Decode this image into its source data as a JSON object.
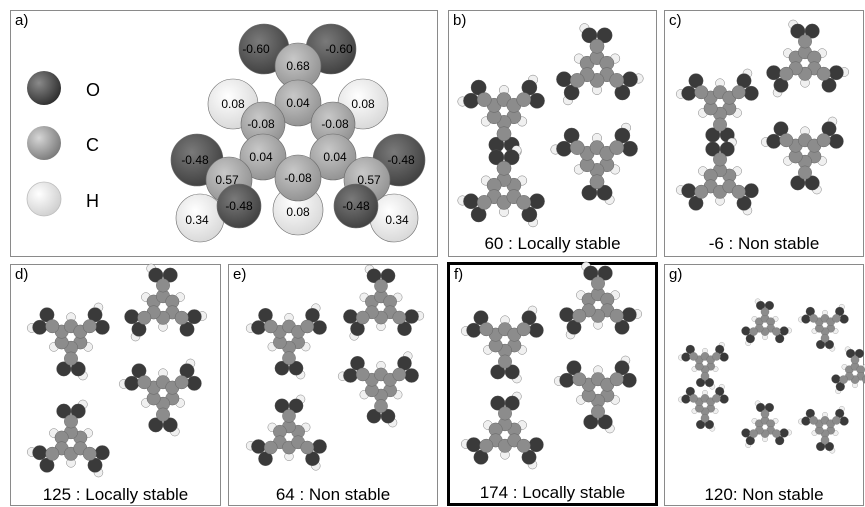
{
  "figure": {
    "panels": [
      {
        "id": "a",
        "label": "a)"
      },
      {
        "id": "b",
        "label": "b)",
        "caption": "60 : Locally stable"
      },
      {
        "id": "c",
        "label": "c)",
        "caption": "-6 : Non stable"
      },
      {
        "id": "d",
        "label": "d)",
        "caption": "125 : Locally stable"
      },
      {
        "id": "e",
        "label": "e)",
        "caption": "64 : Non stable"
      },
      {
        "id": "f",
        "label": "f)",
        "caption": "174 : Locally stable"
      },
      {
        "id": "g",
        "label": "g)",
        "caption": "120: Non stable"
      }
    ],
    "legend": [
      {
        "element": "O",
        "color": "#4a4a4a"
      },
      {
        "element": "C",
        "color": "#9a9a9a"
      },
      {
        "element": "H",
        "color": "#f2f2f2"
      }
    ],
    "charges": {
      "O_top_left": "-0.60",
      "O_top_right": "-0.60",
      "C_top": "0.68",
      "H_upper_left": "0.08",
      "C_center": "0.04",
      "H_upper_right": "0.08",
      "C_mid_left": "-0.08",
      "C_mid_right": "-0.08",
      "O_left": "-0.48",
      "C_left": "0.04",
      "C_right": "0.04",
      "O_right": "-0.48",
      "C_carbonyl_left": "0.57",
      "C_bottom": "-0.08",
      "C_carbonyl_right": "0.57",
      "O_lower_left": "-0.48",
      "O_lower_right": "-0.48",
      "H_bottom_left": "0.34",
      "H_bottom": "0.08",
      "H_bottom_right": "0.34"
    },
    "colors": {
      "oxygen": "#3c3c3c",
      "carbon": "#8c8c8c",
      "hydrogen": "#efefef",
      "border": "#8a8a8a"
    }
  }
}
